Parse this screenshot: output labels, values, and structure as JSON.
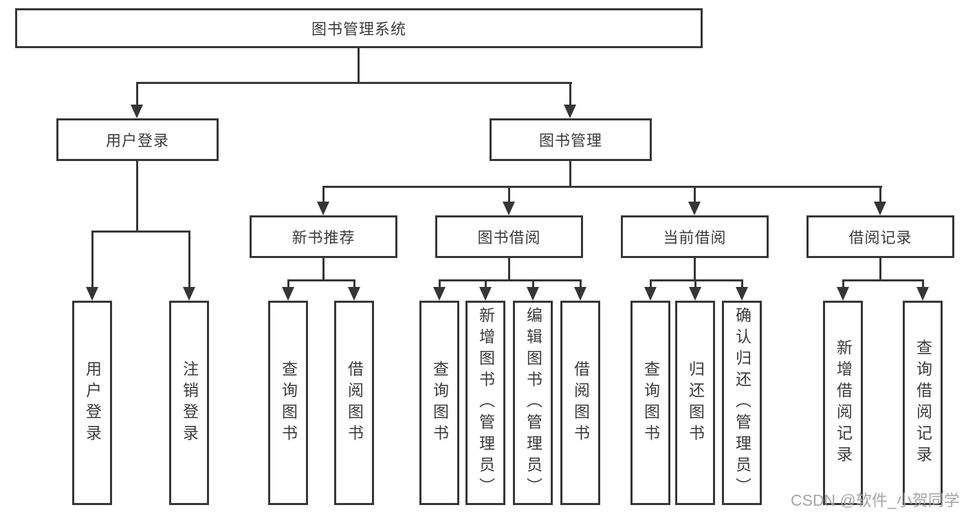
{
  "colors": {
    "line": "#363636",
    "text": "#3b3b3b",
    "watermark": "#a6a6a6",
    "background": "#ffffff"
  },
  "watermark": "CSDN @软件_小贺同学",
  "tree": {
    "root": "图书管理系统",
    "level2": [
      "用户登录",
      "图书管理"
    ],
    "level3": [
      "新书推荐",
      "图书借阅",
      "当前借阅",
      "借阅记录"
    ],
    "leafGroups": [
      {
        "parent": "用户登录",
        "leaves": [
          "用户登录",
          "注销登录"
        ]
      },
      {
        "parent": "新书推荐",
        "leaves": [
          "查询图书",
          "借阅图书"
        ]
      },
      {
        "parent": "图书借阅",
        "leaves": [
          "查询图书",
          "新增图书（管理员）",
          "编辑图书（管理员）",
          "借阅图书"
        ]
      },
      {
        "parent": "当前借阅",
        "leaves": [
          "查询图书",
          "归还图书",
          "确认归还（管理员）"
        ]
      },
      {
        "parent": "借阅记录",
        "leaves": [
          "新增借阅记录",
          "查询借阅记录"
        ]
      }
    ]
  }
}
